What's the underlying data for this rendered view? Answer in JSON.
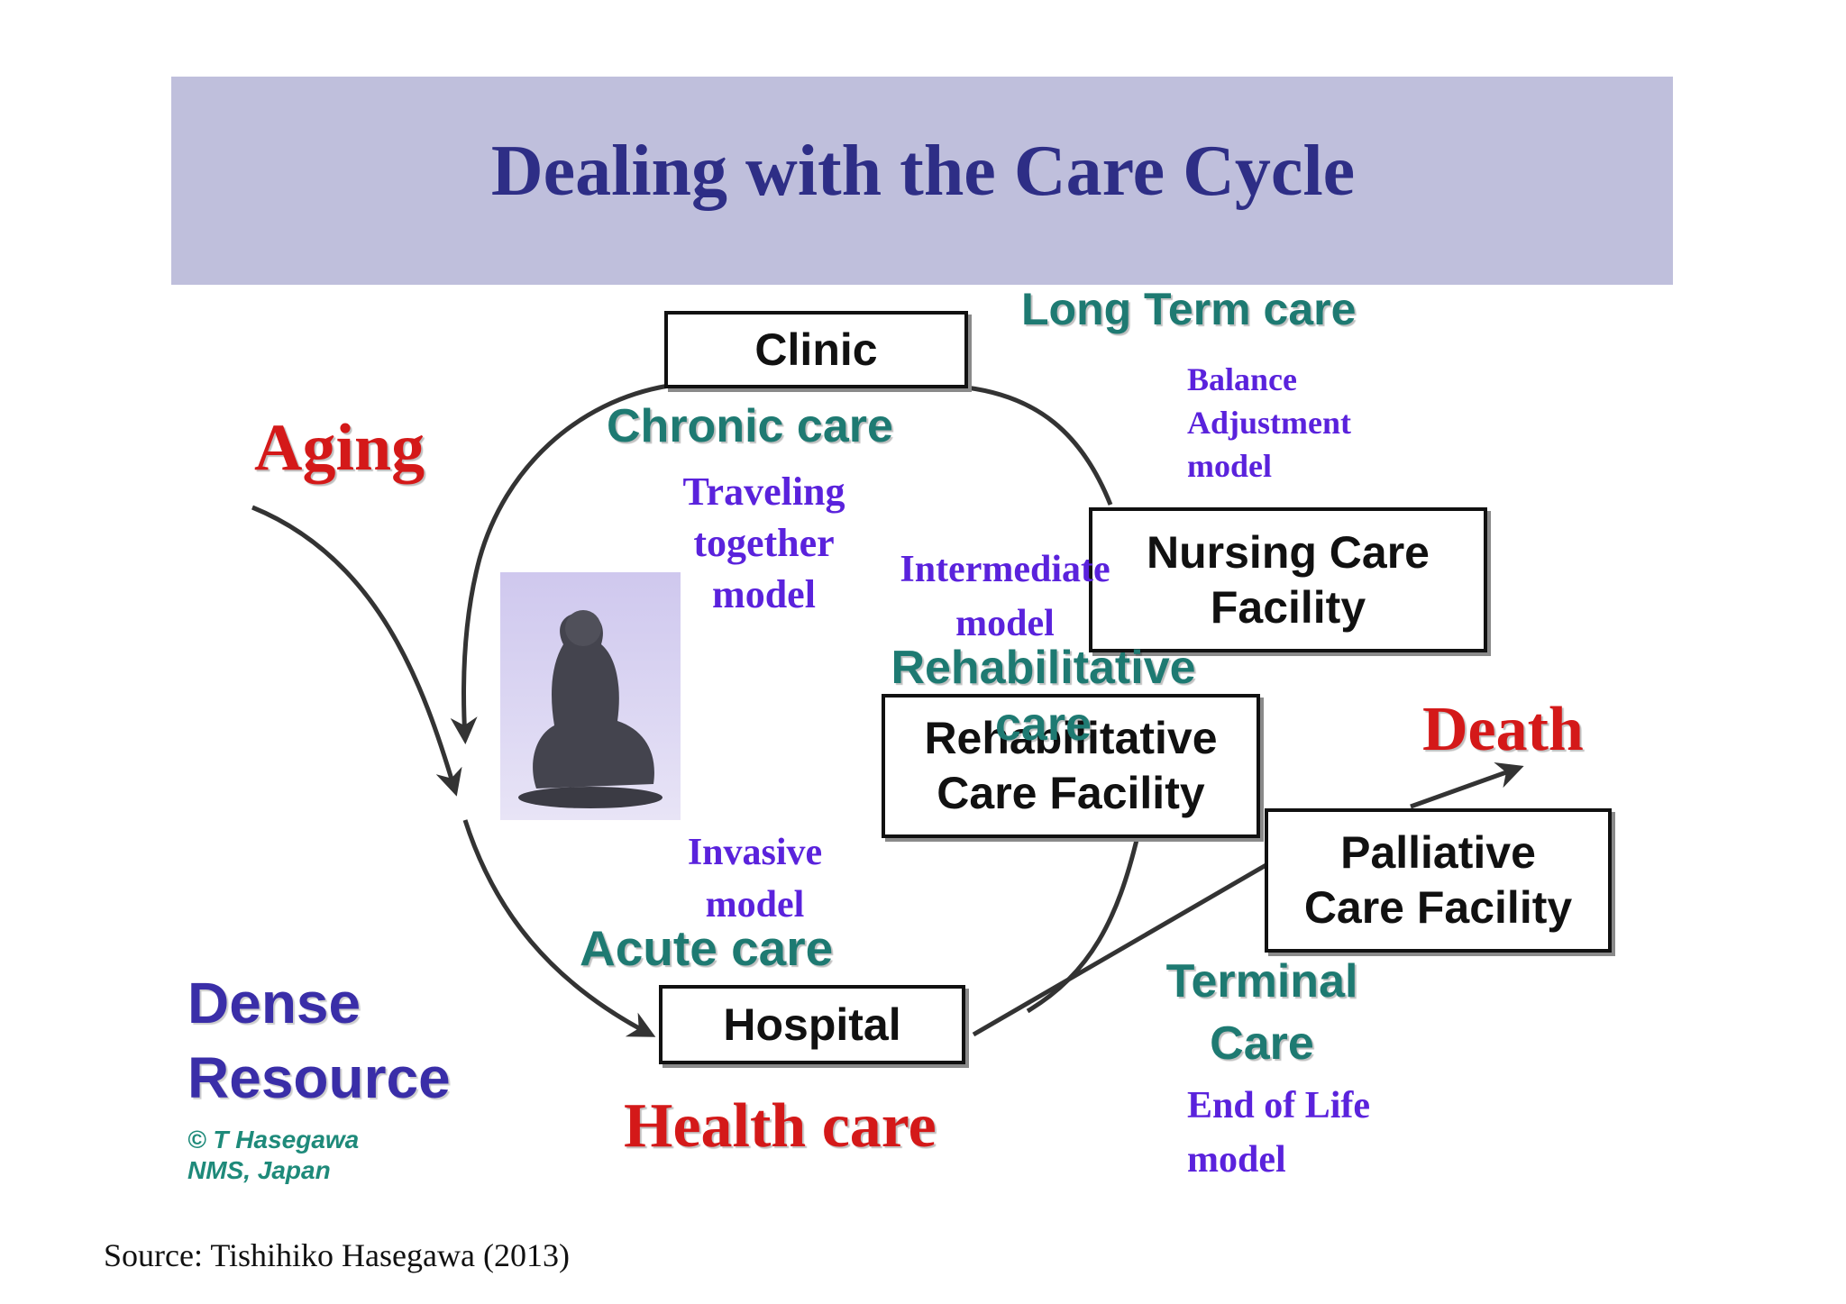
{
  "title": "Dealing with the Care Cycle",
  "boxes": {
    "clinic": "Clinic",
    "nursing": "Nursing Care\nFacility",
    "rehab": "Rehabilitative\nCare Facility",
    "palliative": "Palliative\nCare Facility",
    "hospital": "Hospital"
  },
  "labels": {
    "long_term_care": "Long Term care",
    "balance_model": "Balance\nAdjustment\nmodel",
    "aging": "Aging",
    "chronic_care": "Chronic care",
    "traveling_model": "Traveling\ntogether\nmodel",
    "intermediate_model": "Intermediate\nmodel",
    "rehabilitative_care": "Rehabilitative\ncare",
    "death": "Death",
    "invasive_model": "Invasive\nmodel",
    "acute_care": "Acute care",
    "terminal_care": "Terminal\nCare",
    "end_of_life_model": "End of Life\nmodel",
    "dense_resource": "Dense\nResource",
    "health_care": "Health care",
    "copyright": "© T Hasegawa\nNMS,  Japan"
  },
  "source": "Source: Tishihiko Hasegawa (2013)",
  "colors": {
    "title_band": "#bfbfdc",
    "title_text": "#2e2e86",
    "teal_label": "#1e7a72",
    "model_text": "#5a22dc",
    "red_label": "#d41919",
    "navy_label": "#3a2ea8"
  }
}
